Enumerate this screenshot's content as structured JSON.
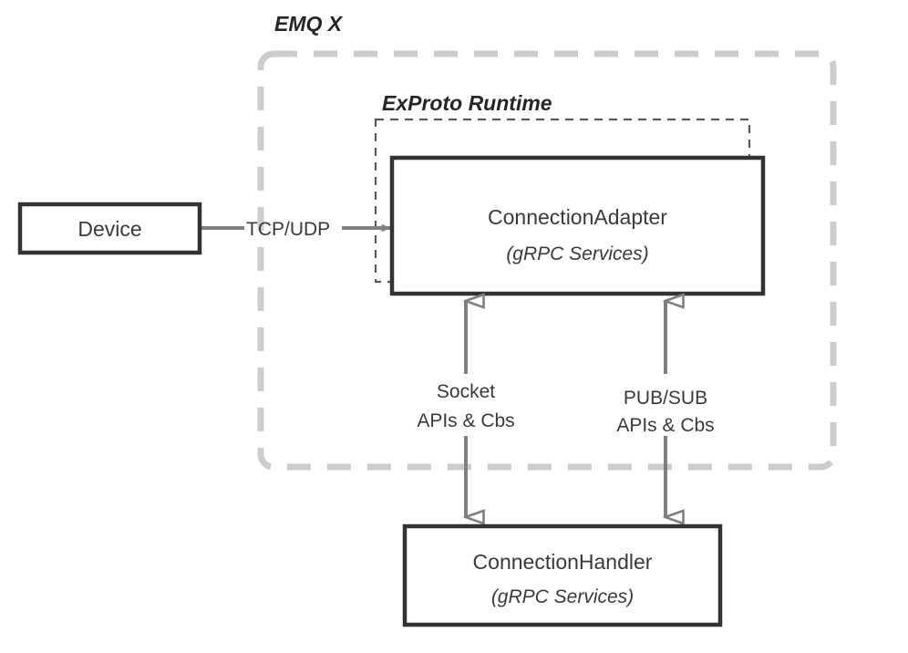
{
  "diagram": {
    "type": "architecture-block-diagram",
    "background_color": "#ffffff",
    "groups": [
      {
        "id": "emqx",
        "label": "EMQ X",
        "border_style": "dashed",
        "border_color": "#cccccc",
        "rounded": true
      },
      {
        "id": "exproto",
        "label": "ExProto Runtime",
        "border_style": "dashed",
        "border_color": "#595959",
        "rounded": false
      }
    ],
    "nodes": [
      {
        "id": "device",
        "title": "Device",
        "subtitle": "",
        "border_color": "#333333",
        "fill": "#ffffff"
      },
      {
        "id": "connection-adapter",
        "title": "ConnectionAdapter",
        "subtitle": "(gRPC Services)",
        "border_color": "#333333",
        "fill": "#ffffff"
      },
      {
        "id": "connection-handler",
        "title": "ConnectionHandler",
        "subtitle": "(gRPC Services)",
        "border_color": "#333333",
        "fill": "#ffffff"
      }
    ],
    "edges": [
      {
        "id": "device-to-adapter",
        "label": "TCP/UDP",
        "from": "device",
        "to": "connection-adapter",
        "direction": "one-way",
        "arrowhead": "filled",
        "color": "#808080"
      },
      {
        "id": "socket-apis",
        "label_line1": "Socket",
        "label_line2": "APIs & Cbs",
        "from": "connection-adapter",
        "to": "connection-handler",
        "direction": "two-way",
        "arrowhead": "open",
        "color": "#808080"
      },
      {
        "id": "pubsub-apis",
        "label_line1": "PUB/SUB",
        "label_line2": "APIs & Cbs",
        "from": "connection-adapter",
        "to": "connection-handler",
        "direction": "two-way",
        "arrowhead": "open",
        "color": "#808080"
      }
    ]
  }
}
